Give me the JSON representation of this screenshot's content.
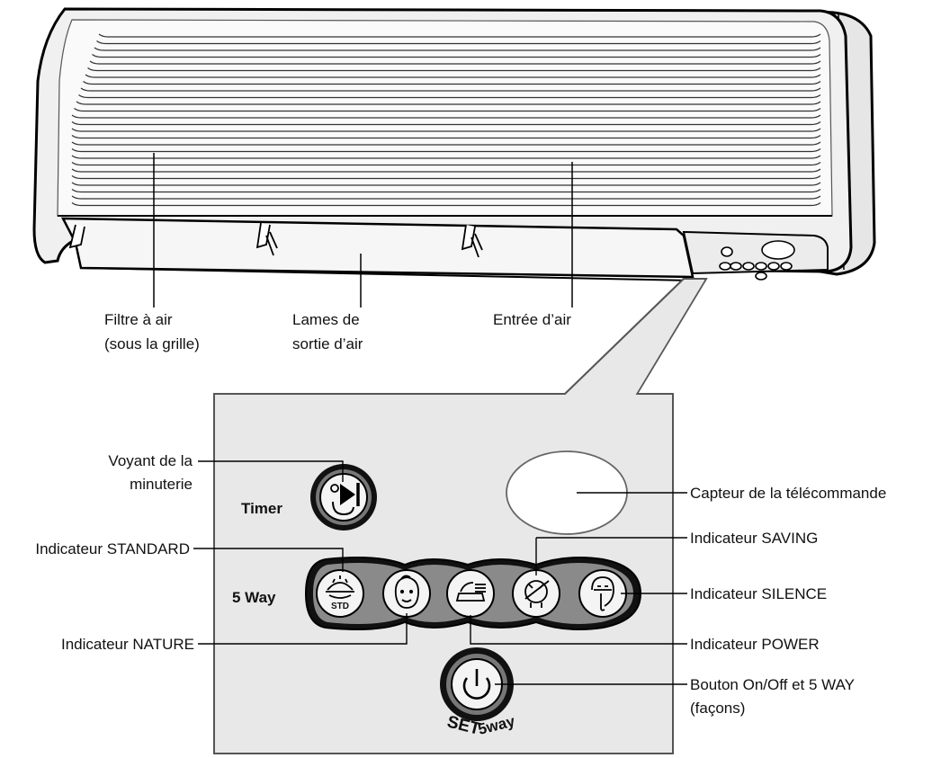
{
  "callouts": {
    "filter_line1": "Filtre à air",
    "filter_line2": "(sous la grille)",
    "blades_line1": "Lames de",
    "blades_line2": "sortie d’air",
    "inlet": "Entrée d’air",
    "timer_light_line1": "Voyant de la",
    "timer_light_line2": "minuterie",
    "remote_sensor": "Capteur de la télécommande",
    "saving": "Indicateur SAVING",
    "standard": "Indicateur STANDARD",
    "silence": "Indicateur SILENCE",
    "nature": "Indicateur NATURE",
    "power": "Indicateur POWER",
    "onoff_line1": "Bouton On/Off et 5 WAY",
    "onoff_line2": "(façons)"
  },
  "panel": {
    "timer_label": "Timer",
    "fiveway_label": "5 Way",
    "std_text": "STD",
    "set_text_1": "SET",
    "set_text_2": "5way"
  },
  "icons": [
    "timer-play-icon",
    "standard-mode-icon",
    "baby-face-icon",
    "power-wind-icon",
    "saving-mode-icon",
    "silence-face-icon",
    "power-symbol-icon"
  ]
}
